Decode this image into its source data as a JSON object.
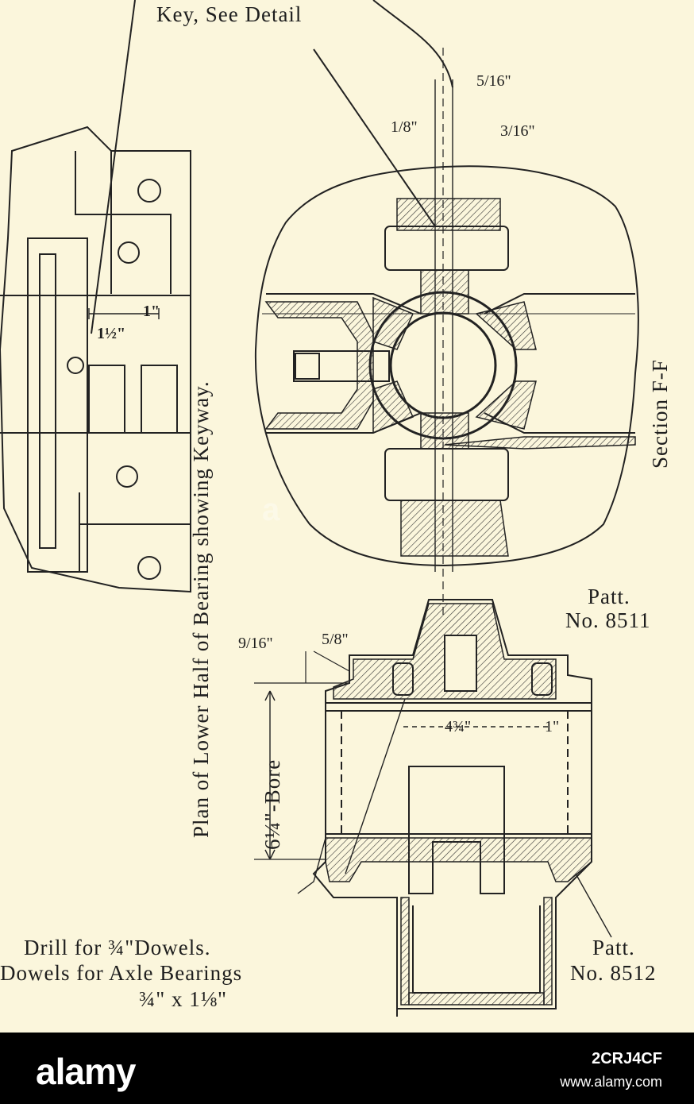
{
  "labels": {
    "key_detail": "Key, See Detail",
    "plan_title": "Plan of Lower Half of Bearing showing Keyway.",
    "section_title": "Section F-F",
    "patt_upper_a": "Patt.",
    "patt_upper_b": "No. 8511",
    "patt_lower_a": "Patt.",
    "patt_lower_b": "No. 8512",
    "drill_1": "Drill for ¾\"Dowels.",
    "drill_2": "Dowels for Axle Bearings",
    "drill_3": "¾\" x 1⅛\""
  },
  "dimensions": {
    "d_5_16": "5/16\"",
    "d_1_8": "1/8\"",
    "d_3_16": "3/16\"",
    "d_1": "1\"",
    "d_1_1_2": "1½\"",
    "d_9_16": "9/16\"",
    "d_5_8": "5/8\"",
    "d_4_3_4": "4¾\"",
    "d_1b": "1\"",
    "d_bore": "6¼\"-Bore"
  },
  "footer": {
    "logo": "alamy",
    "image_id": "2CRJ4CF",
    "url": "www.alamy.com"
  }
}
